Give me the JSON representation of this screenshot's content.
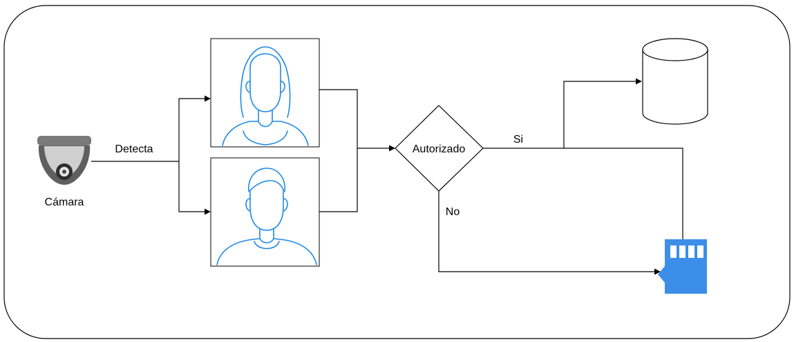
{
  "labels": {
    "camera": "Cámara",
    "detects": "Detecta",
    "decision": "Autorizado",
    "yes": "Si",
    "no": "No"
  },
  "icons": {
    "camera": "security-camera-icon",
    "female_face": "woman-silhouette-icon",
    "male_face": "man-silhouette-icon",
    "database": "database-cylinder-icon",
    "storage": "sd-card-icon"
  },
  "colors": {
    "stroke": "#000000",
    "face_outline": "#1e88e5",
    "sd_card": "#3d8ee8",
    "camera_dark": "#6b6b6b",
    "camera_light": "#d8d8d8"
  }
}
